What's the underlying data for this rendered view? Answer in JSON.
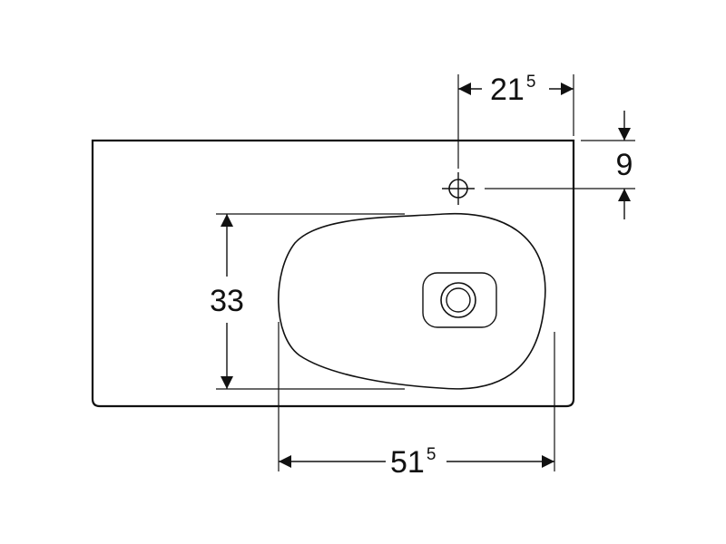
{
  "dimensions": {
    "top_width": {
      "main": "21",
      "sup": "5"
    },
    "vertical_offset": {
      "main": "9"
    },
    "bowl_depth": {
      "main": "33"
    },
    "bowl_width": {
      "main": "51",
      "sup": "5"
    }
  },
  "colors": {
    "stroke": "#111111",
    "background": "#ffffff"
  }
}
